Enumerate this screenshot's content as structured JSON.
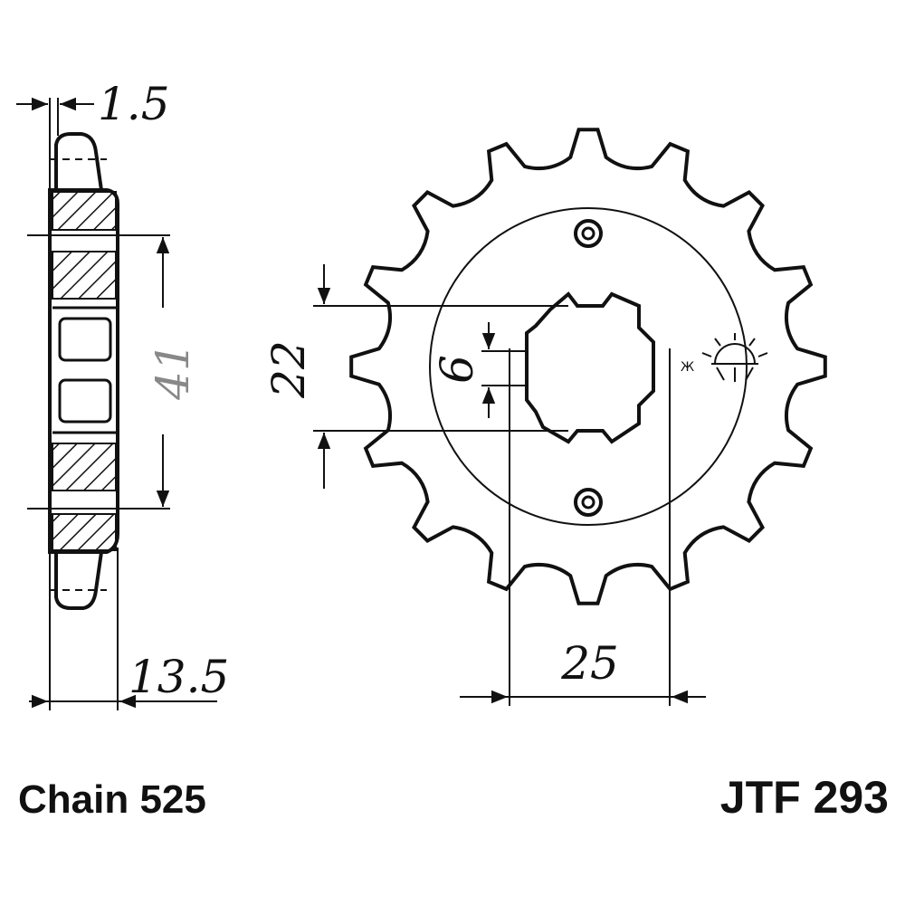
{
  "dimensions": {
    "tooth_thickness": "1.5",
    "hub_diameter": "41",
    "hub_width": "13.5",
    "spline_diameter": "22",
    "spline_width": "6",
    "bore_diameter": "25"
  },
  "chain_label": "Chain 525",
  "part_code": "JTF 293",
  "colors": {
    "ink": "#111111",
    "background": "#ffffff",
    "secondary_ink": "#888888"
  }
}
